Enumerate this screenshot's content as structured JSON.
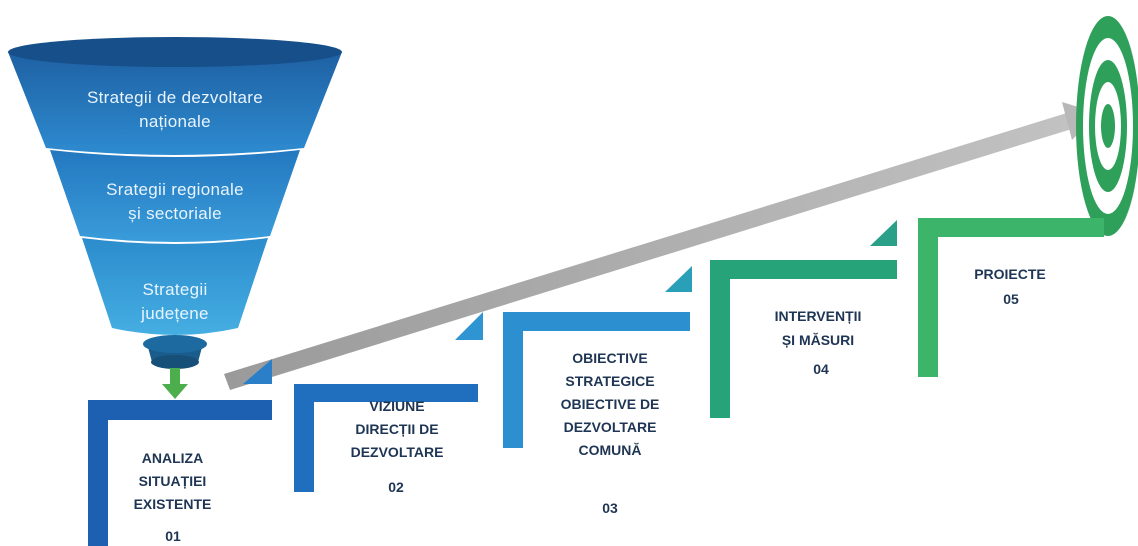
{
  "funnel": {
    "level1": [
      "Strategii de dezvoltare",
      "naționale"
    ],
    "level2": [
      "Srategii regionale",
      "și sectoriale"
    ],
    "level3": [
      "Strategii",
      "județene"
    ]
  },
  "steps": [
    {
      "lines": [
        "ANALIZA",
        "SITUAȚIEI",
        "EXISTENTE"
      ],
      "number": "01",
      "color": "#1d5fb0"
    },
    {
      "lines": [
        "VIZIUNE",
        "DIRECȚII DE",
        "DEZVOLTARE"
      ],
      "number": "02",
      "color": "#1f6fbe"
    },
    {
      "lines": [
        "OBIECTIVE",
        "STRATEGICE",
        "OBIECTIVE DE",
        "DEZVOLTARE",
        "COMUNĂ"
      ],
      "number": "03",
      "color": "#2c8fcf"
    },
    {
      "lines": [
        "INTERVENȚII",
        "ȘI MĂSURI"
      ],
      "number": "04",
      "color": "#27a37a"
    },
    {
      "lines": [
        "PROIECTE"
      ],
      "number": "05",
      "color": "#3cb56a"
    }
  ],
  "colors": {
    "funnel_dark": "#1b5fa6",
    "funnel_mid": "#2d86cc",
    "funnel_light": "#3fa2dc",
    "arrow_gray": "#a6a6a6",
    "target_green": "#2ea05a",
    "down_arrow": "#4cae4c"
  }
}
